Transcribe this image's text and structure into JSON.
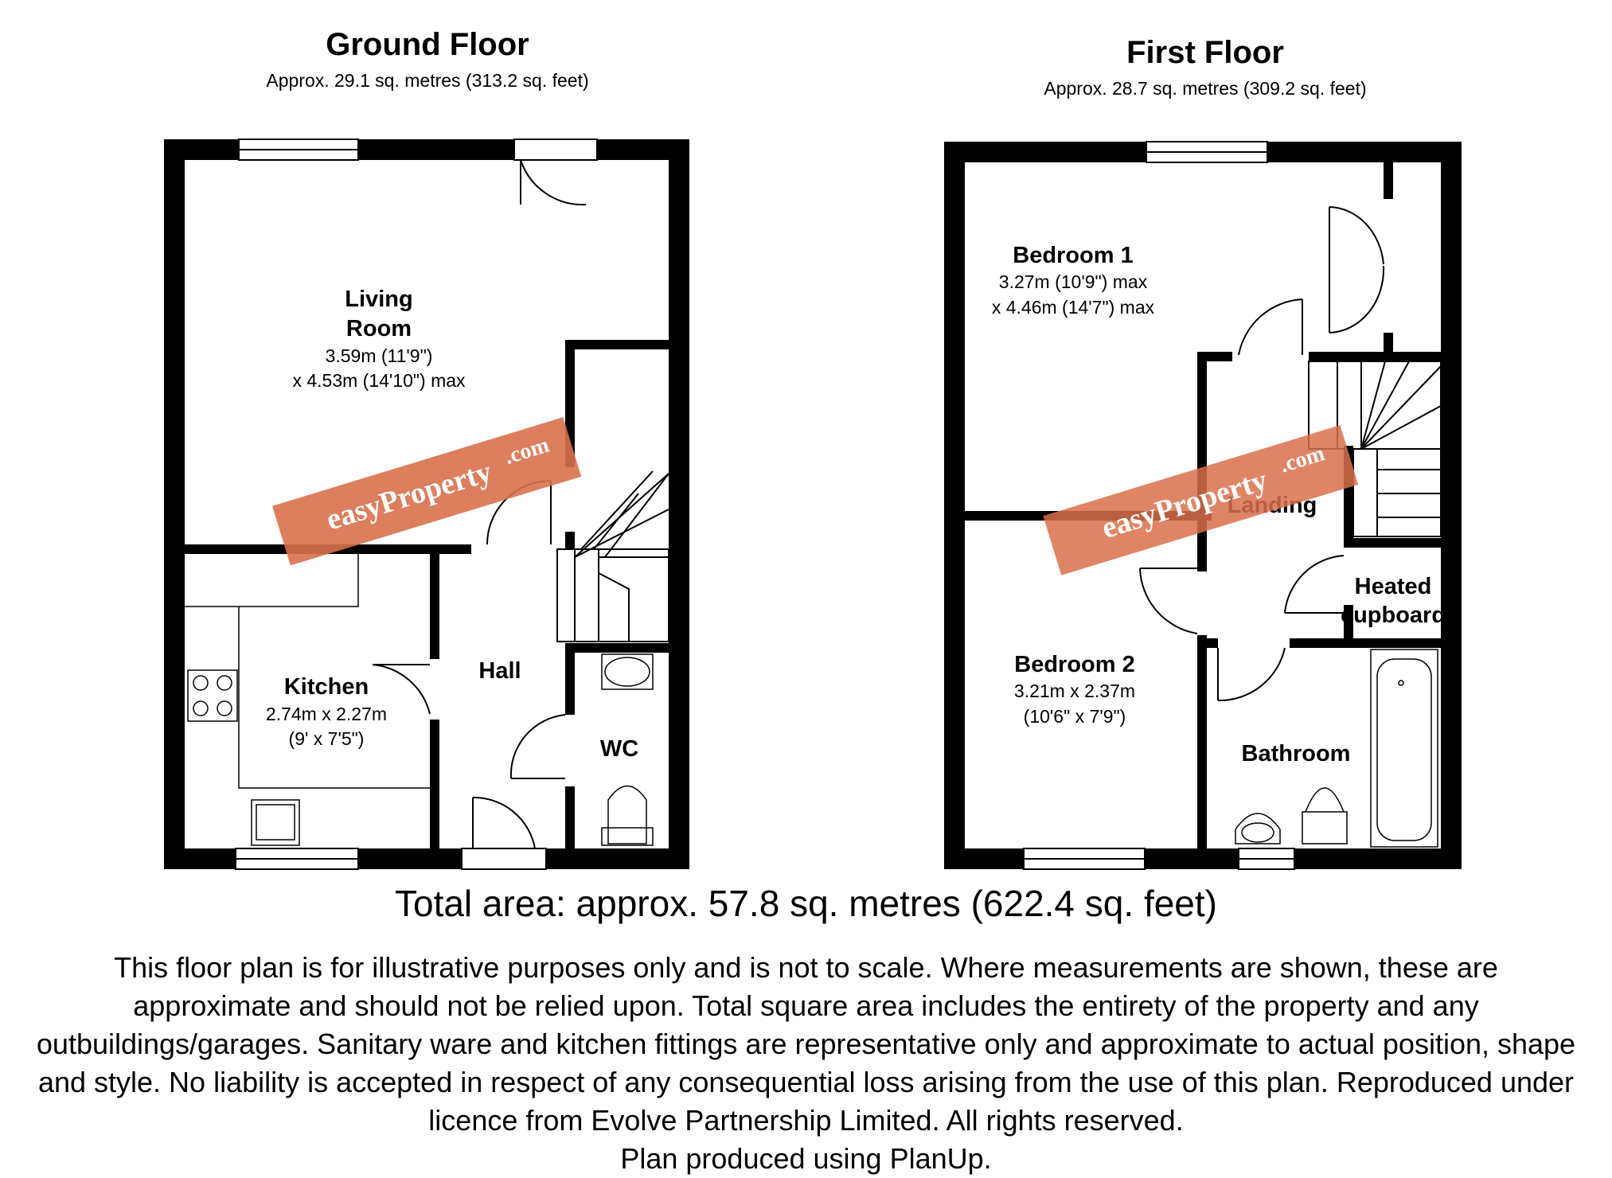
{
  "ground_floor": {
    "title": "Ground Floor",
    "area": "Approx.  29.1 sq. metres (313.2 sq. feet)",
    "rooms": {
      "living": {
        "name_line1": "Living",
        "name_line2": "Room",
        "dim_line1": "3.59m (11'9\")",
        "dim_line2": "x 4.53m (14'10\") max"
      },
      "kitchen": {
        "name": "Kitchen",
        "dim_line1": "2.74m x 2.27m",
        "dim_line2": "(9' x 7'5\")"
      },
      "hall": {
        "name": "Hall"
      },
      "wc": {
        "name": "WC"
      }
    }
  },
  "first_floor": {
    "title": "First Floor",
    "area": "Approx.  28.7 sq. metres (309.2 sq. feet)",
    "rooms": {
      "bedroom1": {
        "name": "Bedroom 1",
        "dim_line1": "3.27m (10'9\") max",
        "dim_line2": "x 4.46m (14'7\") max"
      },
      "bedroom2": {
        "name": "Bedroom 2",
        "dim_line1": "3.21m x 2.37m",
        "dim_line2": "(10'6\" x 7'9\")"
      },
      "landing": {
        "name": "Landing"
      },
      "heated_cupboard": {
        "name_line1": "Heated",
        "name_line2": "cupboard"
      },
      "bathroom": {
        "name": "Bathroom"
      }
    }
  },
  "watermark": {
    "brand": "easyProperty",
    "suffix": ".com",
    "color": "#d9704b"
  },
  "total_area": "Total area: approx.  57.8 sq. metres (622.4 sq. feet)",
  "disclaimer": "This floor plan is for illustrative purposes only and is not to scale.  Where measurements are shown, these are approximate and should not be relied upon. Total square area includes the entirety of the property and any outbuildings/garages. Sanitary ware and kitchen fittings are representative only and approximate to actual position, shape and style.  No liability is accepted in respect of any consequential loss arising from the use of this plan. Reproduced under licence from Evolve Partnership Limited. All rights reserved.",
  "footer": "Plan produced using PlanUp."
}
